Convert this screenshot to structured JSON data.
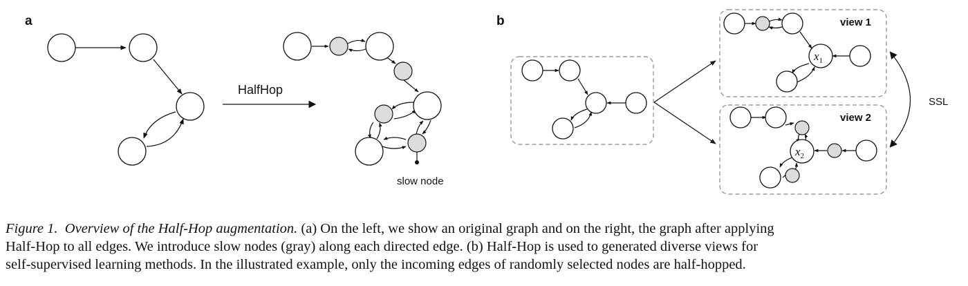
{
  "figure": {
    "panel_a_label": "a",
    "panel_b_label": "b",
    "arrow_label": "HalfHop",
    "slow_node_label": "slow node",
    "view1_label": "view 1",
    "view2_label": "view 2",
    "ssl_label": "SSL",
    "node_label_1_base": "x",
    "node_label_1_sub": "1",
    "node_label_2_base": "x",
    "node_label_2_sub": "2",
    "colors": {
      "slow_node_fill": "#dcdcdc",
      "node_stroke": "#111111",
      "dashed_box": "#888888"
    }
  },
  "caption": {
    "prefix": "Figure 1.",
    "title": "Overview of the Half-Hop augmentation.",
    "line1_rest": "(a) On the left, we show an original graph and on the right, the graph after applying",
    "line2": "Half-Hop to all edges. We introduce slow nodes (gray) along each directed edge. (b) Half-Hop is used to generated diverse views for",
    "line3": "self-supervised learning methods. In the illustrated example, only the incoming edges of randomly selected nodes are half-hopped."
  }
}
